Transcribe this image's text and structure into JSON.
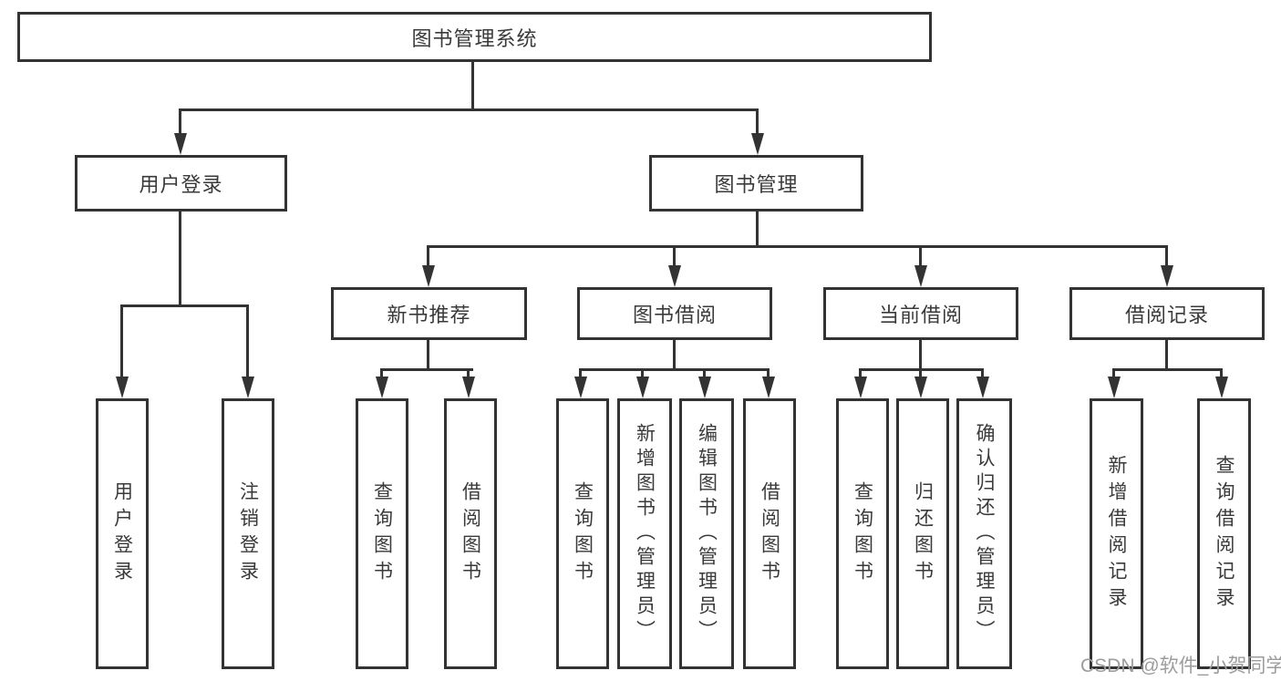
{
  "diagram_title": "图书管理系统",
  "tree": {
    "root": "图书管理系统",
    "branches": [
      {
        "label": "用户登录",
        "children": [
          "用户登录",
          "注销登录"
        ]
      },
      {
        "label": "图书管理",
        "subbranches": [
          {
            "label": "新书推荐",
            "children": [
              "查询图书",
              "借阅图书"
            ]
          },
          {
            "label": "图书借阅",
            "children": [
              "查询图书",
              "新增图书（管理员）",
              "编辑图书（管理员）",
              "借阅图书"
            ]
          },
          {
            "label": "当前借阅",
            "children": [
              "查询图书",
              "归还图书",
              "确认归还（管理员）"
            ]
          },
          {
            "label": "借阅记录",
            "children": [
              "新增借阅记录",
              "查询借阅记录"
            ]
          }
        ]
      }
    ]
  },
  "watermark": "CSDN @软件_小贺同学",
  "colors": {
    "line": "#333333",
    "text": "#3a3a3a",
    "background": "#ffffff",
    "watermark": "#9c9c9c"
  }
}
